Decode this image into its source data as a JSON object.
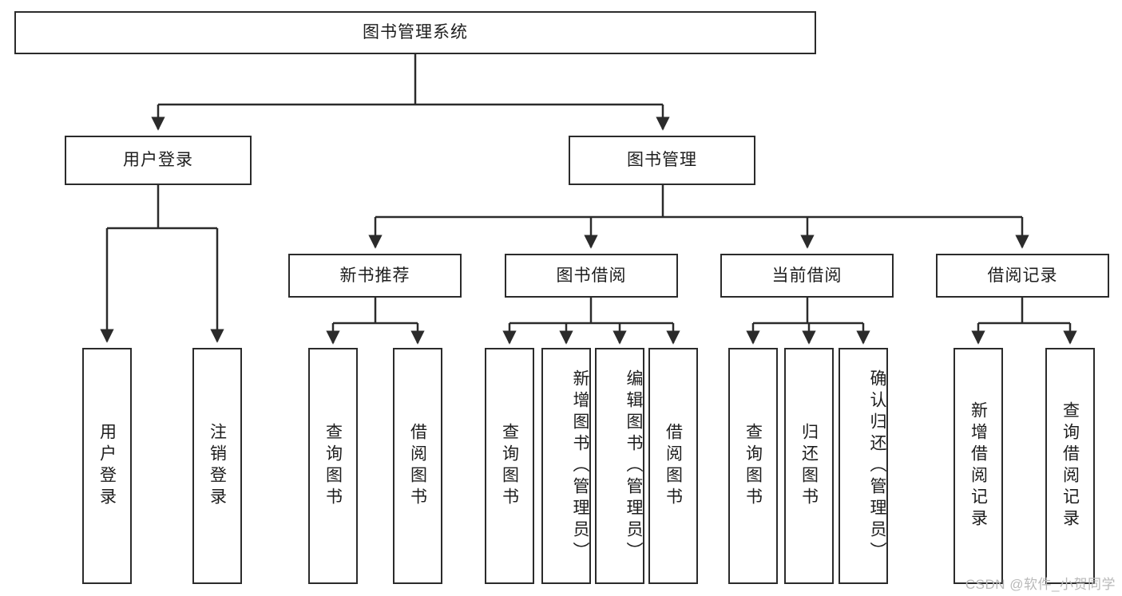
{
  "diagram": {
    "type": "tree",
    "title": "图书管理系统",
    "watermark": "CSDN @软件_小贺同学",
    "colors": {
      "stroke": "#2b2b2b",
      "fill": "#ffffff",
      "text": "#1d1d1d",
      "watermark": "#b9b9b9"
    },
    "nodes": {
      "root": "图书管理系统",
      "level2": [
        "用户登录",
        "图书管理"
      ],
      "level3": [
        "新书推荐",
        "图书借阅",
        "当前借阅",
        "借阅记录"
      ],
      "leaves": {
        "user_login": [
          "用户登录",
          "注销登录"
        ],
        "new_book": [
          "查询图书",
          "借阅图书"
        ],
        "book_borrow": [
          "查询图书",
          "新增图书（管理员）",
          "编辑图书（管理员）",
          "借阅图书"
        ],
        "current_borrow": [
          "查询图书",
          "归还图书",
          "确认归还（管理员）"
        ],
        "borrow_record": [
          "新增借阅记录",
          "查询借阅记录"
        ]
      }
    }
  }
}
